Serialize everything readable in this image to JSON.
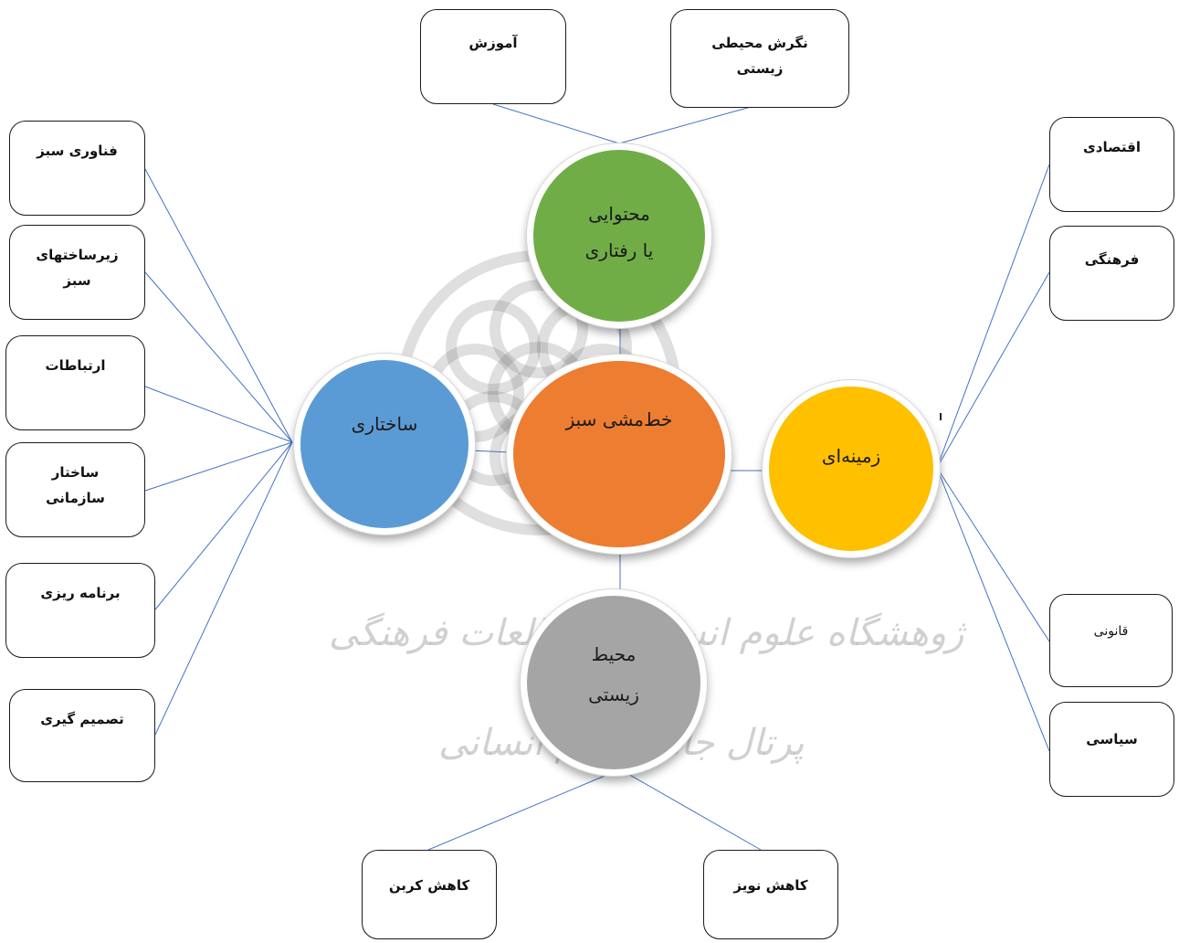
{
  "colors": {
    "center": "#ed7d31",
    "behavioral": "#70ad47",
    "structural": "#5b9bd5",
    "contextual": "#ffc000",
    "environment": "#a5a5a5",
    "line": "#4472c4"
  },
  "center": {
    "label": "خط‌مشی سبز"
  },
  "behavioral": {
    "label_line1": "محتوایی",
    "label_line2": "یا رفتاری"
  },
  "structural": {
    "label": "ساختاری"
  },
  "contextual": {
    "label": "زمینه‌ای"
  },
  "environment": {
    "label_line1": "محیط",
    "label_line2": "زیستی"
  },
  "top_boxes": {
    "education": "آموزش",
    "attitude_line1": "نگرش محیطی",
    "attitude_line2": "زیستی"
  },
  "left_boxes": {
    "green_tech": "فناوری سبز",
    "infra_line1": "زیرساختهای",
    "infra_line2": "سبز",
    "communications": "ارتباطات",
    "org_line1": "ساختار",
    "org_line2": "سازمانی",
    "planning": "برنامه ریزی",
    "decision": "تصمیم گیری"
  },
  "right_boxes": {
    "economic": "اقتصادی",
    "cultural": "فرهنگی",
    "legal": "قانونی",
    "political": "سیاسی"
  },
  "bottom_boxes": {
    "carbon": "کاهش کربن",
    "noise": "کاهش نویز"
  },
  "watermark": {
    "line1": "ژوهشگاه علوم انسانی ومطالعات فرهنگی",
    "line2": "پرتال جامع علوم انسانی"
  }
}
